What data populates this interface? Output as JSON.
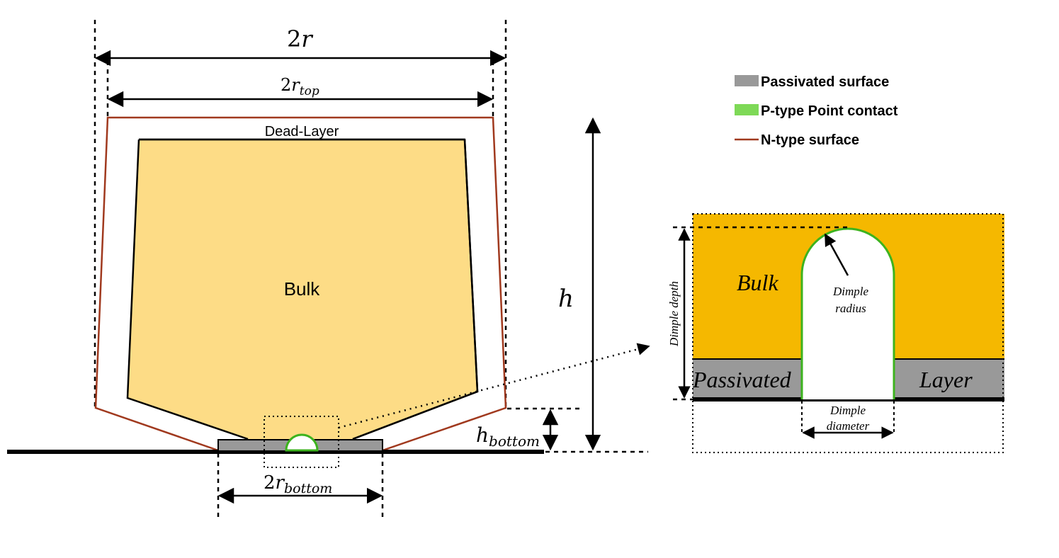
{
  "labels": {
    "two_r": "2",
    "two_r_var": "r",
    "two_r_top": "2",
    "two_r_top_var": "r",
    "two_r_top_sub": "top",
    "dead_layer": "Dead-Layer",
    "bulk": "Bulk",
    "h": "h",
    "h_bottom_var": "h",
    "h_bottom_sub": "bottom",
    "two_r_bottom": "2",
    "two_r_bottom_var": "r",
    "two_r_bottom_sub": "bottom"
  },
  "legend": [
    {
      "label": "Passivated surface",
      "color": "#999999",
      "kind": "swatch"
    },
    {
      "label": "P-type Point contact",
      "color": "#7ed957",
      "kind": "swatch"
    },
    {
      "label": "N-type surface",
      "color": "#a0391e",
      "kind": "line"
    }
  ],
  "inset": {
    "bulk": "Bulk",
    "passivated": "Passivated",
    "layer": "Layer",
    "dimple_radius_1": "Dimple",
    "dimple_radius_2": "radius",
    "dimple_depth": "Dimple depth",
    "dimple_diameter_1": "Dimple",
    "dimple_diameter_2": "diameter"
  },
  "colors": {
    "bulk_fill": "#fddc86",
    "inset_bulk_fill": "#f5b800",
    "passivated": "#999999",
    "contact": "#3db31e",
    "n_surface": "#a0391e"
  }
}
